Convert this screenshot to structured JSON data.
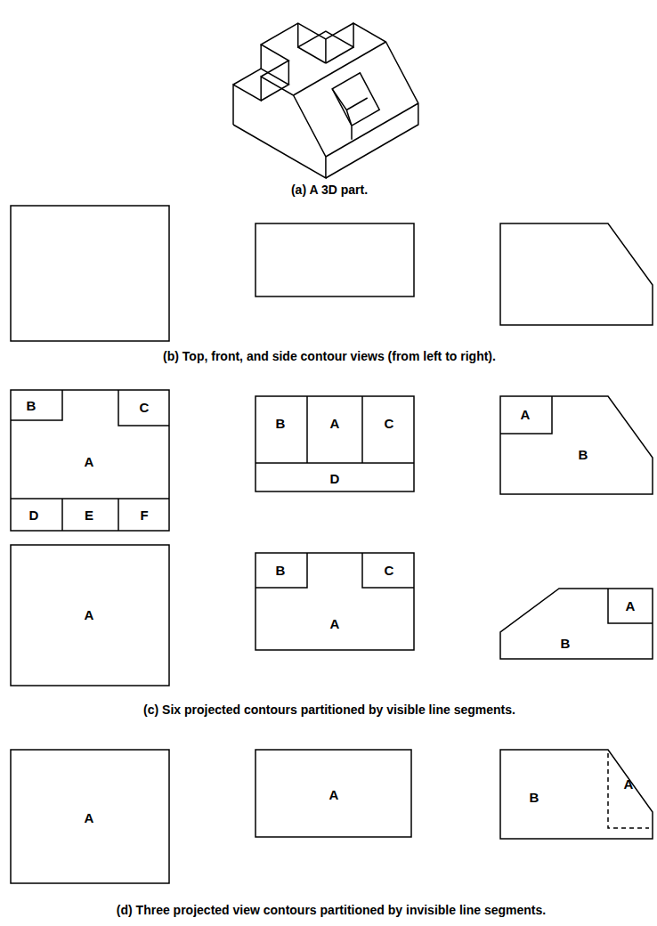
{
  "diagram": {
    "labels": [
      "(a) A 3D part.",
      "(b) Top, front, and side contour views (from left to right).",
      "B",
      "C",
      "A",
      "D",
      "E",
      "F",
      "B",
      "A",
      "C",
      "D",
      "A",
      "B",
      "A",
      "B",
      "C",
      "A",
      "A",
      "B",
      "(c) Six projected contours partitioned by visible line segments.",
      "A",
      "A",
      "B",
      "A",
      "(d) Three projected view contours partitioned by invisible line segments."
    ]
  }
}
